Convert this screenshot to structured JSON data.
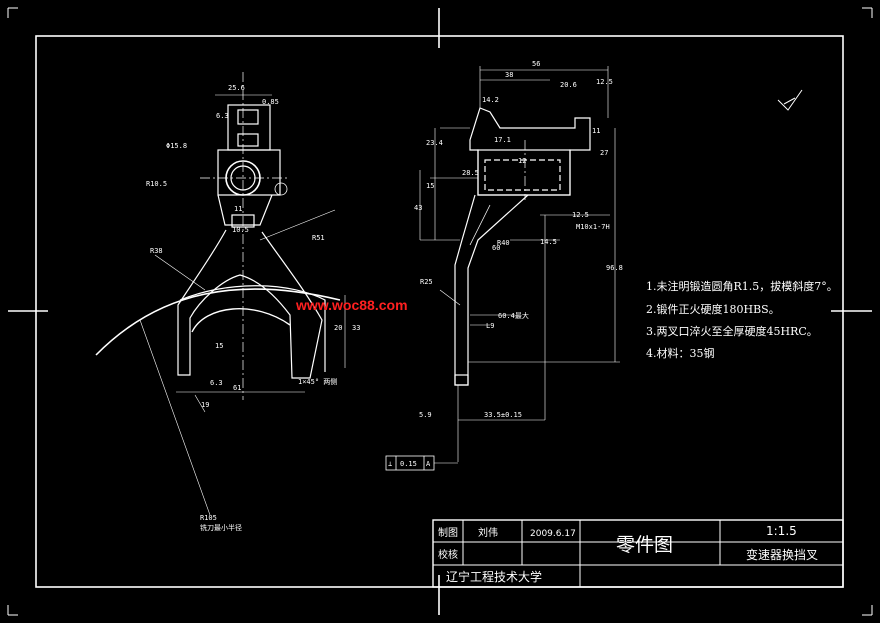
{
  "notes": [
    "1.未注明锻造圆角R1.5，拔模斜度7°。",
    "2.锻件正火硬度180HBS。",
    "3.两叉口淬火至全厚硬度45HRC。",
    "4.材料：35钢"
  ],
  "watermark": "www.woc88.com",
  "title_block": {
    "drawn_label": "制图",
    "drawn_by": "刘伟",
    "date": "2009.6.17",
    "check_label": "校核",
    "drawing_type": "零件图",
    "scale": "1:1.5",
    "part_name": "变速器换挡叉",
    "school": "辽宁工程技术大学"
  },
  "front_view_dims": {
    "top_width": "25.6",
    "top_tol": "0.85",
    "hole_dia": "Φ15.8",
    "r10": "R10.5",
    "r38": "R38",
    "r51": "R51",
    "r105": "R105",
    "r105_note": "铣刀最小半径",
    "d61": "61",
    "d6_3": "6.3",
    "d11": "11",
    "d10": "10.5",
    "d20": "20",
    "d33": "33",
    "d15": "15",
    "d19": "19",
    "chamfer": "1×45° 两侧",
    "ra": "6.3"
  },
  "side_view_dims": {
    "d56": "56",
    "d38": "38",
    "d20_6": "20.6",
    "d12_5": "12.5",
    "d14_2": "14.2",
    "d23_4": "23.4",
    "d28_5": "28.5",
    "d15": "15",
    "d43": "43",
    "d12": "12",
    "d17_1": "17.1",
    "d11": "11",
    "d27": "27",
    "thread": "M10x1-7H",
    "d14_5": "14.5",
    "d12_5b": "12.5",
    "d60": "60",
    "d96_8": "96.8",
    "r25": "R25",
    "r40": "R40",
    "depth": "60.4最大",
    "d9": "L9",
    "d5_9": "5.9",
    "d33_5": "33.5±0.15",
    "tol_frame": [
      "⊥",
      "0.15",
      "A"
    ]
  },
  "colors": {
    "background": "#000000",
    "lines": "#ffffff",
    "watermark": "#ff2020"
  }
}
